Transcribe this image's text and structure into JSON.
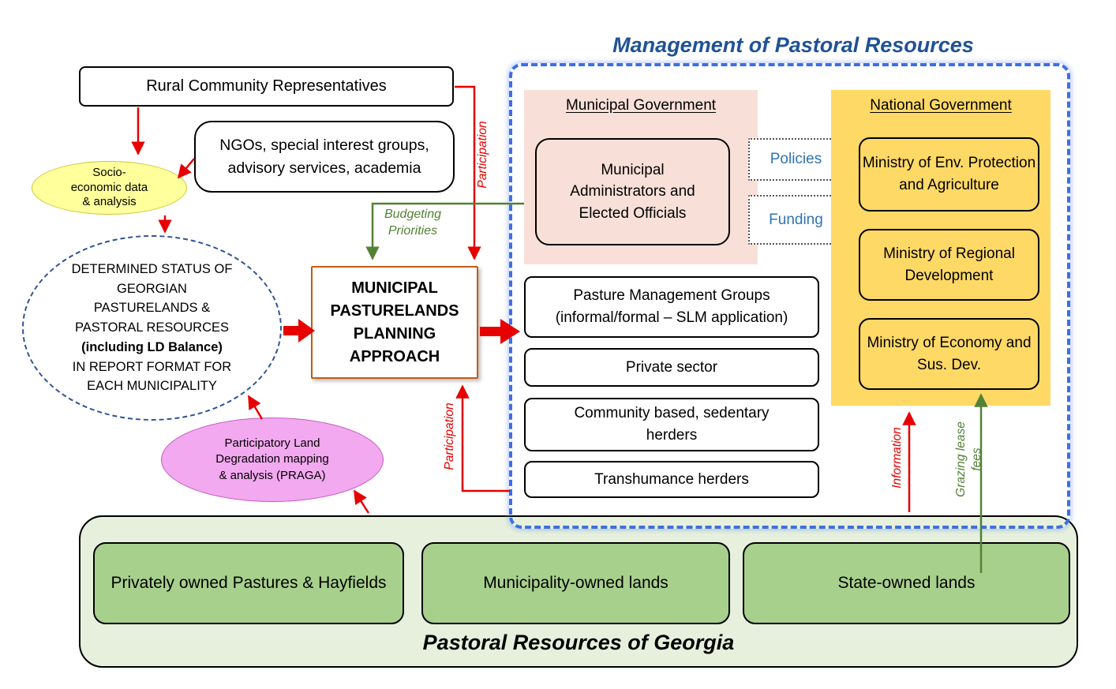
{
  "title": "Management of Pastoral Resources",
  "colors": {
    "title_blue": "#1F5296",
    "dashed_container_blue": "#3E6FE1",
    "arrow_red": "#E60000",
    "arrow_green": "#538135",
    "policy_text_blue": "#2E74B5",
    "planning_border_orange": "#C55A11",
    "socio_yellow": "#FFFF9C",
    "praga_pink": "#F2A9EF",
    "municipal_panel_salmon": "#F8E0D8",
    "national_panel_gold": "#FFD966",
    "pastoral_light_green": "#E6F0DC",
    "land_green": "#A8D08D"
  },
  "nodes": {
    "rural": "Rural Community Representatives",
    "ngos": "NGOs, special interest groups, advisory services, academia",
    "socio": {
      "lines": [
        "Socio-",
        "economic data",
        "& analysis"
      ]
    },
    "determined": {
      "lines": [
        "DETERMINED STATUS OF",
        "GEORGIAN",
        "PASTURELANDS &",
        "PASTORAL RESOURCES",
        "(including LD Balance)",
        "IN REPORT FORMAT FOR",
        "EACH MUNICIPALITY"
      ]
    },
    "planning": {
      "lines": [
        "MUNICIPAL",
        "PASTURELANDS",
        "PLANNING",
        "APPROACH"
      ]
    },
    "praga": {
      "lines": [
        "Participatory Land",
        "Degradation mapping",
        "& analysis (PRAGA)"
      ]
    }
  },
  "management": {
    "municipal_gov": {
      "header": "Municipal Government",
      "admins_lines": [
        "Municipal",
        "Administrators and",
        "Elected Officials"
      ]
    },
    "policies": "Policies",
    "funding": "Funding",
    "national_gov": {
      "header": "National Government",
      "ministries": [
        "Ministry of Env. Protection and Agriculture",
        "Ministry of Regional Development",
        "Ministry of Economy and Sus. Dev."
      ]
    },
    "stakeholders": [
      "Pasture Management Groups (informal/formal – SLM application)",
      "Private sector",
      "Community based, sedentary herders",
      "Transhumance herders"
    ]
  },
  "pastoral": {
    "title": "Pastoral Resources of Georgia",
    "lands": [
      "Privately owned Pastures & Hayfields",
      "Municipality-owned lands",
      "State-owned lands"
    ]
  },
  "flow_labels": {
    "participation_top": "Participation",
    "participation_bottom": "Participation",
    "budgeting_priorities": "Budgeting Priorities",
    "information": "Information",
    "grazing_lines": [
      "Grazing lease",
      "fees"
    ]
  }
}
